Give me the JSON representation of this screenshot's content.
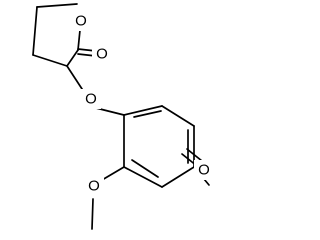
{
  "atoms": {
    "ring_oxygen": "O",
    "carbonyl_oxygen": "O",
    "ether_oxygen": "O",
    "methoxy_oxygen": "O",
    "aldehyde_oxygen": "O"
  },
  "colors": {
    "bond": "#000000",
    "background": "#ffffff"
  }
}
